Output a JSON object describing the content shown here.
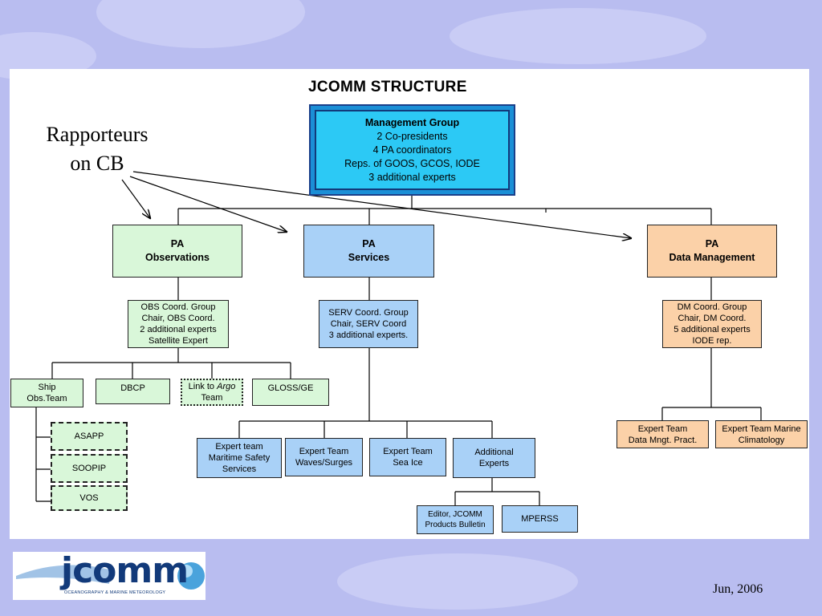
{
  "slide": {
    "title": "JCOMM STRUCTURE",
    "annotation_line1": "Rapporteurs",
    "annotation_line2": "on CB",
    "date": "Jun, 2006",
    "logo_text": "jcomm",
    "logo_tagline": "OCEANOGRAPHY & MARINE METEOROLOGY"
  },
  "management_group": {
    "heading": "Management Group",
    "lines": [
      "2 Co-presidents",
      "4 PA coordinators",
      "Reps. of GOOS, GCOS, IODE",
      "3 additional experts"
    ]
  },
  "programme_areas": {
    "observations": {
      "line1": "PA",
      "line2": "Observations"
    },
    "services": {
      "line1": "PA",
      "line2": "Services"
    },
    "data_management": {
      "line1": "PA",
      "line2": "Data Management"
    }
  },
  "coordination_groups": {
    "obs": [
      "OBS Coord. Group",
      "Chair, OBS Coord.",
      "2 additional experts",
      "Satellite Expert"
    ],
    "serv": [
      "SERV Coord. Group",
      "Chair, SERV Coord",
      "3 additional experts."
    ],
    "dm": [
      "DM Coord. Group",
      "Chair, DM Coord.",
      "5 additional experts",
      "IODE rep."
    ]
  },
  "obs_teams": {
    "ship": [
      "Ship",
      "Obs.Team"
    ],
    "dbcp": "DBCP",
    "argo_prefix": "Link to ",
    "argo_name": "Argo",
    "argo_suffix": "Team",
    "gloss": "GLOSS/GE",
    "panels": [
      "ASAPP",
      "SOOPIP",
      "VOS"
    ]
  },
  "serv_teams": {
    "maritime": [
      "Expert team",
      "Maritime Safety",
      "Services"
    ],
    "waves": [
      "Expert Team",
      "Waves/Surges"
    ],
    "seaice": [
      "Expert Team",
      "Sea Ice"
    ],
    "additional": [
      "Additional",
      "Experts"
    ],
    "editor": [
      "Editor, JCOMM",
      "Products Bulletin"
    ],
    "mperss": "MPERSS"
  },
  "dm_teams": {
    "practices": [
      "Expert Team",
      "Data Mngt. Pract."
    ],
    "climatology": [
      "Expert Team Marine",
      "Climatology"
    ]
  },
  "colors": {
    "background": "#b9bdf0",
    "observations": "#d9f7d9",
    "services": "#a9d1f7",
    "data_management": "#fbd1a8",
    "management": "#2cc9f5"
  }
}
